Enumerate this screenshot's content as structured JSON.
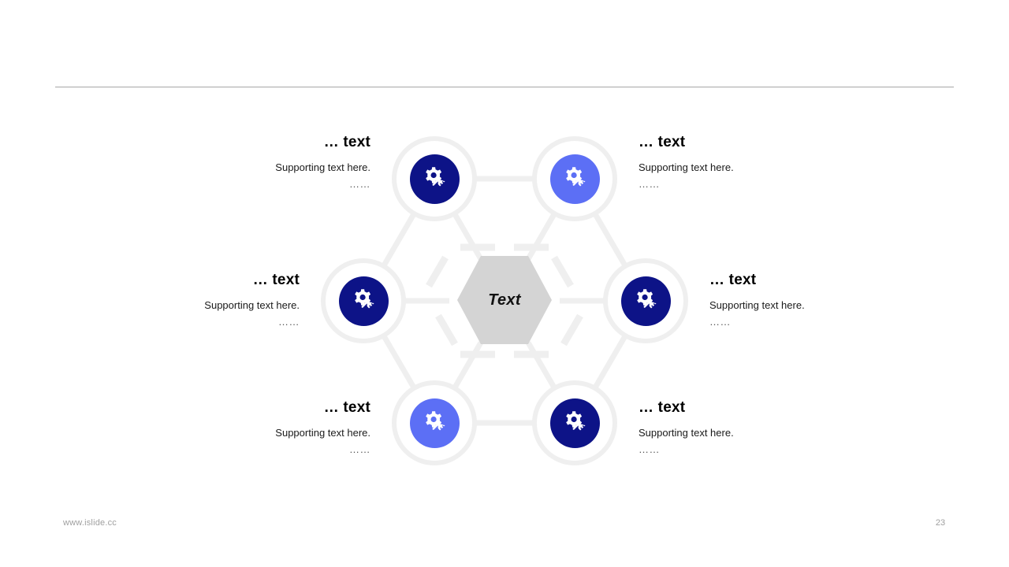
{
  "slide": {
    "page_number": "23",
    "footer_url": "www.islide.cc",
    "background_color": "#ffffff",
    "rule_color": "#a6a6a6"
  },
  "diagram": {
    "type": "hexagon-hub-and-spoke",
    "center": {
      "label": "Text",
      "fill_color": "#d4d4d4"
    },
    "connector_color": "#efefef",
    "palette": {
      "navy": "#0d1387",
      "light_blue": "#5c6ff5",
      "ring": "#efefef"
    },
    "nodes": [
      {
        "id": "node-top-left",
        "icon": "gear-wrench-icon",
        "icon_color": "#0d1387",
        "title": "… text",
        "support": "Supporting text here.",
        "dots": "……",
        "align": "right"
      },
      {
        "id": "node-top-right",
        "icon": "gear-wrench-icon",
        "icon_color": "#5c6ff5",
        "title": "… text",
        "support": "Supporting text here.",
        "dots": "……",
        "align": "left"
      },
      {
        "id": "node-middle-left",
        "icon": "gear-wrench-icon",
        "icon_color": "#0d1387",
        "title": "… text",
        "support": "Supporting text here.",
        "dots": "……",
        "align": "right"
      },
      {
        "id": "node-middle-right",
        "icon": "gear-wrench-icon",
        "icon_color": "#0d1387",
        "title": "… text",
        "support": "Supporting text here.",
        "dots": "……",
        "align": "left"
      },
      {
        "id": "node-bottom-left",
        "icon": "gear-wrench-icon",
        "icon_color": "#5c6ff5",
        "title": "… text",
        "support": "Supporting text here.",
        "dots": "……",
        "align": "right"
      },
      {
        "id": "node-bottom-right",
        "icon": "gear-wrench-icon",
        "icon_color": "#0d1387",
        "title": "… text",
        "support": "Supporting text here.",
        "dots": "……",
        "align": "left"
      }
    ]
  }
}
